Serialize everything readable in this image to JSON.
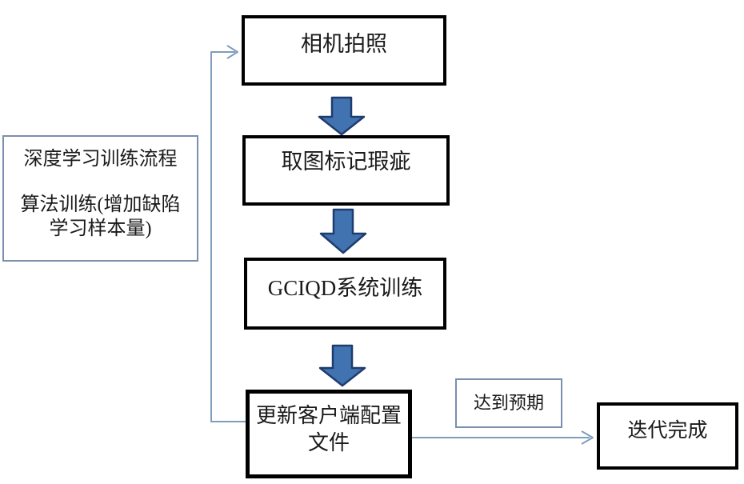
{
  "flowchart": {
    "type": "flowchart",
    "boxes": {
      "camera": {
        "label": "相机拍照"
      },
      "mark_defects": {
        "label": "取图标记瑕疵"
      },
      "gciqd_training": {
        "label": "GCIQD系统训练"
      },
      "update_client_config": {
        "label": "更新客户端配置文件"
      },
      "iteration_done": {
        "label": "迭代完成"
      }
    },
    "note": {
      "lines": [
        "深度学习训练流程",
        "算法训练(增加缺陷",
        "学习样本量)"
      ]
    },
    "edge_labels": {
      "expectation_reached": "达到预期"
    },
    "colors": {
      "background": "#ffffff",
      "text": "#1a1a1a",
      "process_border": "#000000",
      "note_border": "#7a8fae",
      "arrow_fill": "#4273b1",
      "arrow_stroke": "#1e3c6e",
      "connector": "#7f9dbd"
    }
  }
}
